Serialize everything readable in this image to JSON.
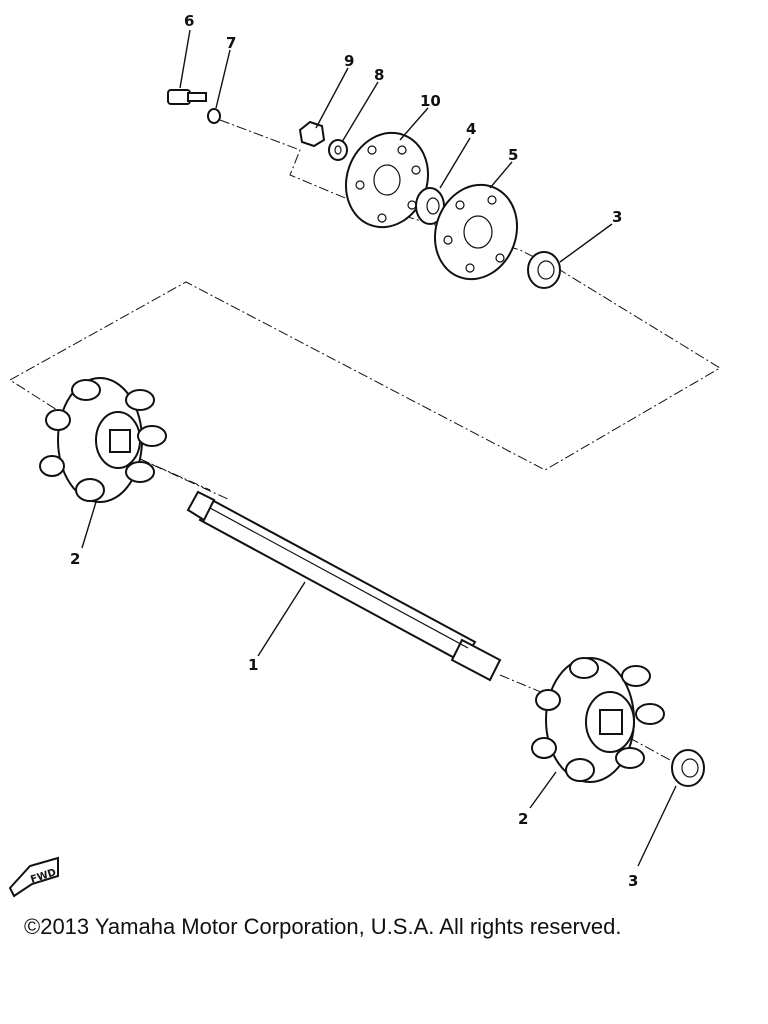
{
  "callouts": {
    "c1": "1",
    "c2a": "2",
    "c2b": "2",
    "c3a": "3",
    "c3b": "3",
    "c4": "4",
    "c5": "5",
    "c6": "6",
    "c7": "7",
    "c8": "8",
    "c9": "9",
    "c10": "10"
  },
  "fwd_label": "FWD",
  "copyright": "©2013 Yamaha Motor Corporation, U.S.A. All rights reserved."
}
